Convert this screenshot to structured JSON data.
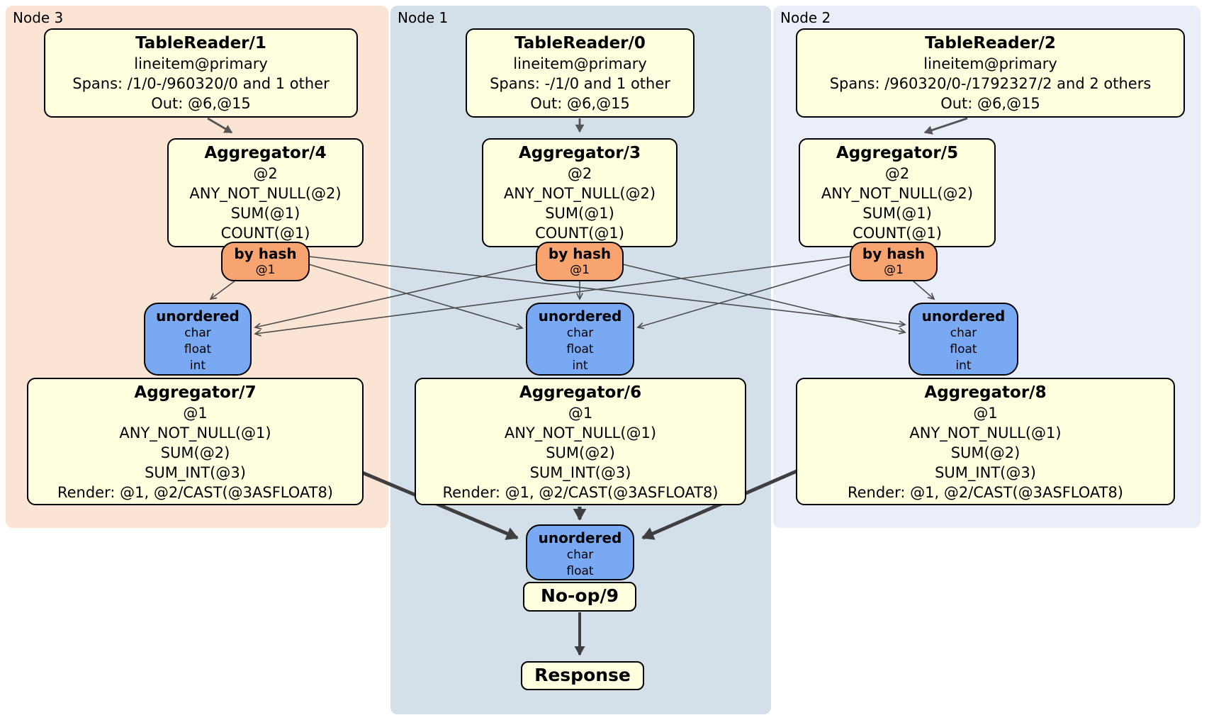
{
  "regions": {
    "node3": "Node 3",
    "node1": "Node 1",
    "node2": "Node 2"
  },
  "processors": {
    "tr1": {
      "title": "TableReader/1",
      "index": "lineitem@primary",
      "spans": "Spans: /1/0-/960320/0 and 1 other",
      "out": "Out: @6,@15"
    },
    "tr0": {
      "title": "TableReader/0",
      "index": "lineitem@primary",
      "spans": "Spans: -/1/0 and 1 other",
      "out": "Out: @6,@15"
    },
    "tr2": {
      "title": "TableReader/2",
      "index": "lineitem@primary",
      "spans": "Spans: /960320/0-/1792327/2 and 2 others",
      "out": "Out: @6,@15"
    },
    "agg4": {
      "title": "Aggregator/4",
      "group": "@2",
      "fn1": "ANY_NOT_NULL(@2)",
      "fn2": "SUM(@1)",
      "fn3": "COUNT(@1)"
    },
    "agg3": {
      "title": "Aggregator/3",
      "group": "@2",
      "fn1": "ANY_NOT_NULL(@2)",
      "fn2": "SUM(@1)",
      "fn3": "COUNT(@1)"
    },
    "agg5": {
      "title": "Aggregator/5",
      "group": "@2",
      "fn1": "ANY_NOT_NULL(@2)",
      "fn2": "SUM(@1)",
      "fn3": "COUNT(@1)"
    },
    "agg7": {
      "title": "Aggregator/7",
      "group": "@1",
      "fn1": "ANY_NOT_NULL(@1)",
      "fn2": "SUM(@2)",
      "fn3": "SUM_INT(@3)",
      "render": "Render: @1, @2/CAST(@3ASFLOAT8)"
    },
    "agg6": {
      "title": "Aggregator/6",
      "group": "@1",
      "fn1": "ANY_NOT_NULL(@1)",
      "fn2": "SUM(@2)",
      "fn3": "SUM_INT(@3)",
      "render": "Render: @1, @2/CAST(@3ASFLOAT8)"
    },
    "agg8": {
      "title": "Aggregator/8",
      "group": "@1",
      "fn1": "ANY_NOT_NULL(@1)",
      "fn2": "SUM(@2)",
      "fn3": "SUM_INT(@3)",
      "render": "Render: @1, @2/CAST(@3ASFLOAT8)"
    },
    "noop": {
      "title": "No-op/9"
    },
    "response": {
      "title": "Response"
    }
  },
  "router": {
    "title": "by hash",
    "key": "@1"
  },
  "sync_full": {
    "title": "unordered",
    "col1": "char",
    "col2": "float",
    "col3": "int"
  },
  "sync_final": {
    "title": "unordered",
    "col1": "char",
    "col2": "float"
  },
  "colors": {
    "region_node3": "#FCE4D4",
    "region_node1": "#D4E0E9",
    "region_node2": "#E9EEF8",
    "processor_fill": "#FFFFE0",
    "router_fill": "#F7A471",
    "sync_fill": "#79A9F2",
    "edge_thin": "#4D4D4D",
    "edge_thick": "#3F3F3F"
  }
}
